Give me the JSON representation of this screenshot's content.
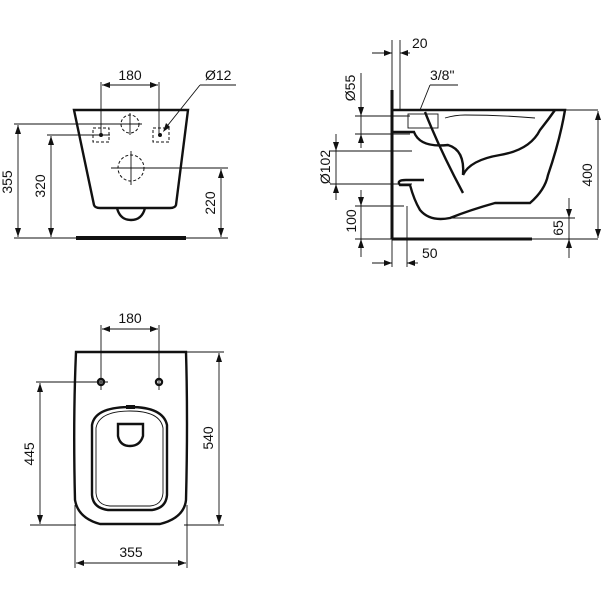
{
  "drawing": {
    "subject": "wall-hung WC technical drawing",
    "units": "mm",
    "views": {
      "rear_view": {
        "dimensions": {
          "fixing_centres": "180",
          "fixing_diameter": "Ø12",
          "overall_height": "355",
          "fixing_height": "320",
          "outlet_height": "220"
        }
      },
      "side_view": {
        "dimensions": {
          "wall_offset": "20",
          "water_inlet": "3/8\"",
          "inlet_diameter": "Ø55",
          "outlet_diameter": "Ø102",
          "floor_clearance": "100",
          "wall_to_outlet": "50",
          "overall_height": "400",
          "foot_height": "65"
        }
      },
      "top_view": {
        "dimensions": {
          "fixing_centres": "180",
          "fixing_to_front": "445",
          "overall_length": "540",
          "overall_width": "355"
        }
      }
    }
  }
}
